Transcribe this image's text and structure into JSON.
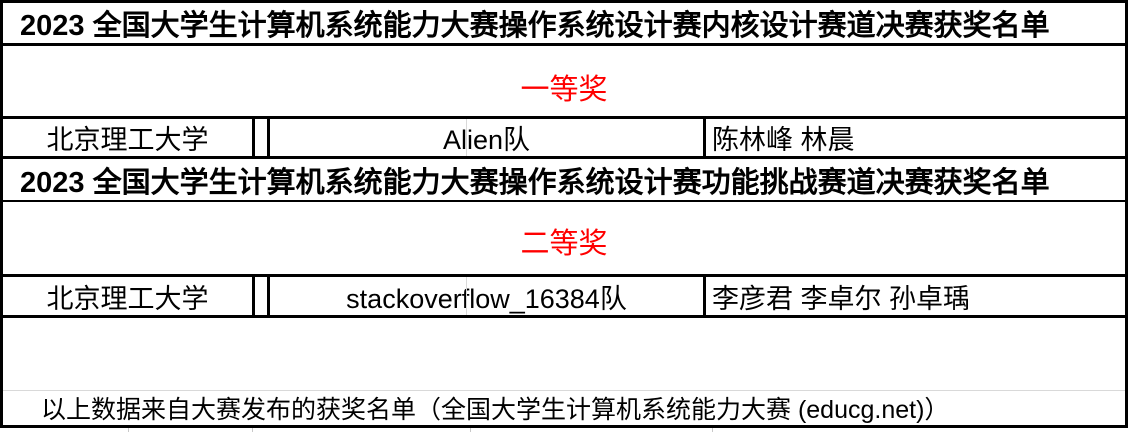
{
  "sheet": {
    "sections": {
      "kernel": {
        "title": "2023 全国大学生计算机系统能力大赛操作系统设计赛内核设计赛道决赛获奖名单",
        "award_tier": "一等奖",
        "winner": {
          "institution": "北京理工大学",
          "team": "Alien队",
          "members": "陈林峰 林晨"
        }
      },
      "challenge": {
        "title": "2023 全国大学生计算机系统能力大赛操作系统设计赛功能挑战赛道决赛获奖名单",
        "award_tier": "二等奖",
        "winner": {
          "institution": "北京理工大学",
          "team": "stackoverflow_16384队",
          "members": "李彦君 李卓尔 孙卓瑀"
        }
      }
    },
    "footer_note": "以上数据来自大赛发布的获奖名单（全国大学生计算机系统能力大赛 (educg.net)）",
    "colors": {
      "award_tier_text": "#ff0000",
      "table_border": "#000000",
      "faint_gridline": "#d9d9d9"
    }
  }
}
